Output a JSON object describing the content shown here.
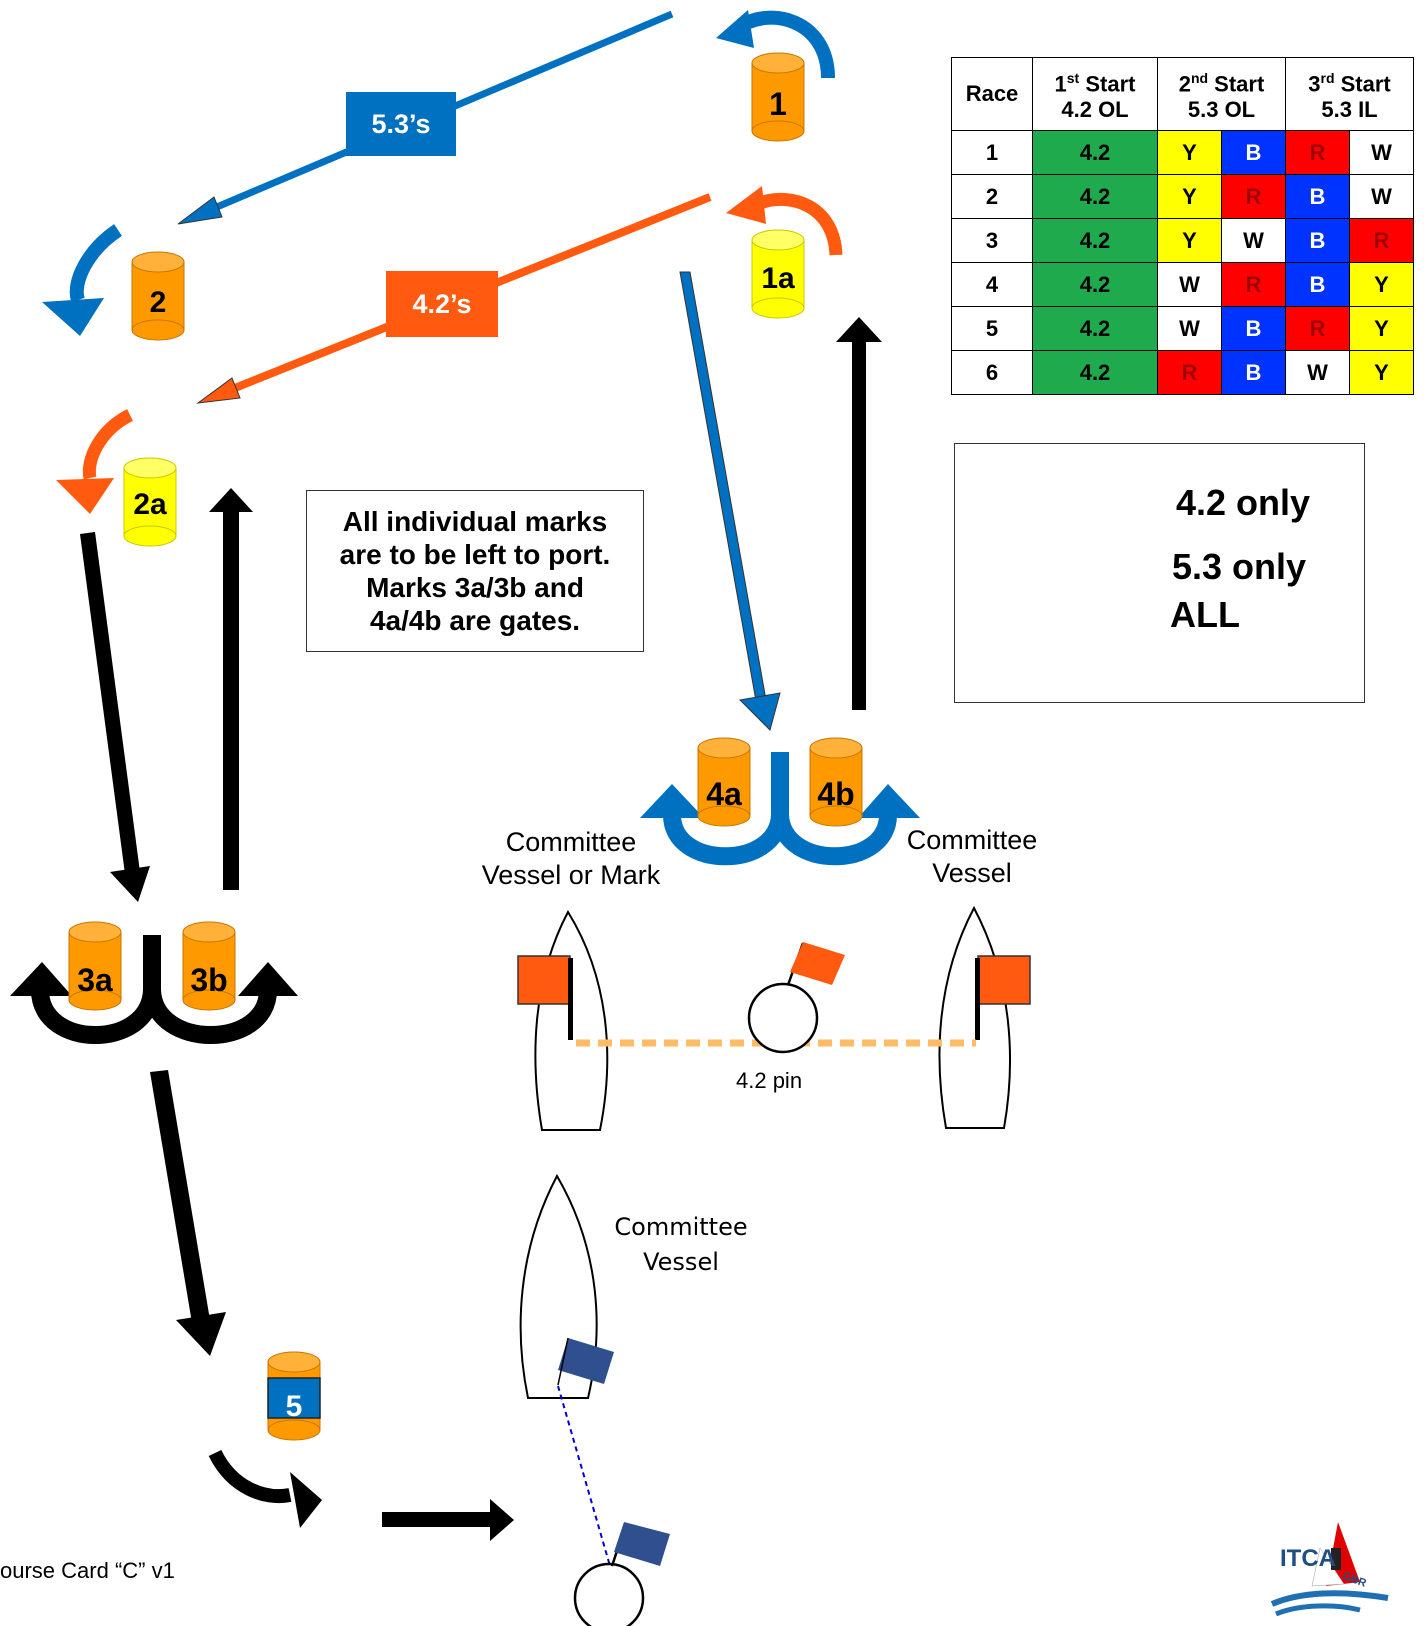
{
  "course_labels": {
    "course_53": "5.3’s",
    "course_42": "4.2’s"
  },
  "marks": {
    "m1": "1",
    "m1a": "1a",
    "m2": "2",
    "m2a": "2a",
    "m3a": "3a",
    "m3b": "3b",
    "m4a": "4a",
    "m4b": "4b",
    "m5": "5"
  },
  "note": {
    "line1": "All individual marks",
    "line2": "are to be left to port.",
    "line3": "Marks 3a/3b and",
    "line4": "4a/4b are gates."
  },
  "legend": {
    "orange_label": "4.2 only",
    "blue_label": "5.3 only",
    "black_label": "ALL"
  },
  "table": {
    "header": {
      "race": "Race",
      "first_ord": "1",
      "first_sup": "st",
      "first_word": "Start",
      "first_class": "4.2 OL",
      "second_ord": "2",
      "second_sup": "nd",
      "second_word": "Start",
      "second_class": "5.3 OL",
      "third_ord": "3",
      "third_sup": "rd",
      "third_word": "Start",
      "third_class": "5.3 IL"
    },
    "rows": [
      {
        "race": "1",
        "first": "4.2",
        "s2a": "Y",
        "s2b": "B",
        "s3a": "R",
        "s3b": "W"
      },
      {
        "race": "2",
        "first": "4.2",
        "s2a": "Y",
        "s2b": "R",
        "s3a": "B",
        "s3b": "W"
      },
      {
        "race": "3",
        "first": "4.2",
        "s2a": "Y",
        "s2b": "W",
        "s3a": "B",
        "s3b": "R"
      },
      {
        "race": "4",
        "first": "4.2",
        "s2a": "W",
        "s2b": "R",
        "s3a": "B",
        "s3b": "Y"
      },
      {
        "race": "5",
        "first": "4.2",
        "s2a": "W",
        "s2b": "B",
        "s3a": "R",
        "s3b": "Y"
      },
      {
        "race": "6",
        "first": "4.2",
        "s2a": "R",
        "s2b": "B",
        "s3a": "W",
        "s3b": "Y"
      }
    ]
  },
  "start_area": {
    "left_vessel_line1": "Committee",
    "left_vessel_line2": "Vessel or Mark",
    "right_vessel_line1": "Committee",
    "right_vessel_line2": "Vessel",
    "pin_label": "4.2 pin",
    "finish_vessel_line1": "Committee",
    "finish_vessel_line2": "Vessel"
  },
  "footer": {
    "card_label": "ourse Card “C” v1",
    "logo_text": "ITCA",
    "logo_sub": "GBR"
  },
  "colors": {
    "orange_mark": "#ff9900",
    "yellow_mark": "#ffff00",
    "course_orange": "#ff5a0f",
    "course_blue": "#0070c0",
    "flag_blue": "#2f4f8f"
  }
}
